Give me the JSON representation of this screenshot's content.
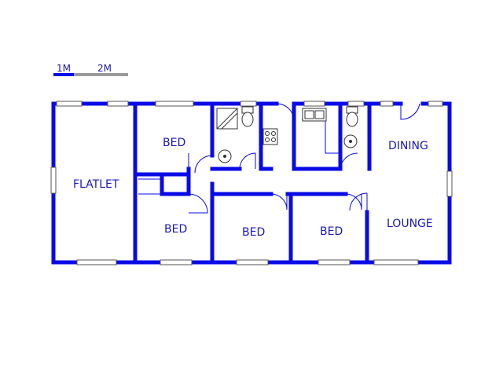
{
  "scale": {
    "mark_1": "1M",
    "mark_2": "2M"
  },
  "rooms": {
    "flatlet": "FLATLET",
    "bed_1": "BED",
    "bed_2": "BED",
    "bed_3": "BED",
    "bed_4": "BED",
    "dining": "DINING",
    "lounge": "LOUNGE"
  },
  "colors": {
    "wall": "#0a0ae6",
    "label": "#1a1ab8",
    "scale_bar_grey": "#9a9a9a"
  }
}
